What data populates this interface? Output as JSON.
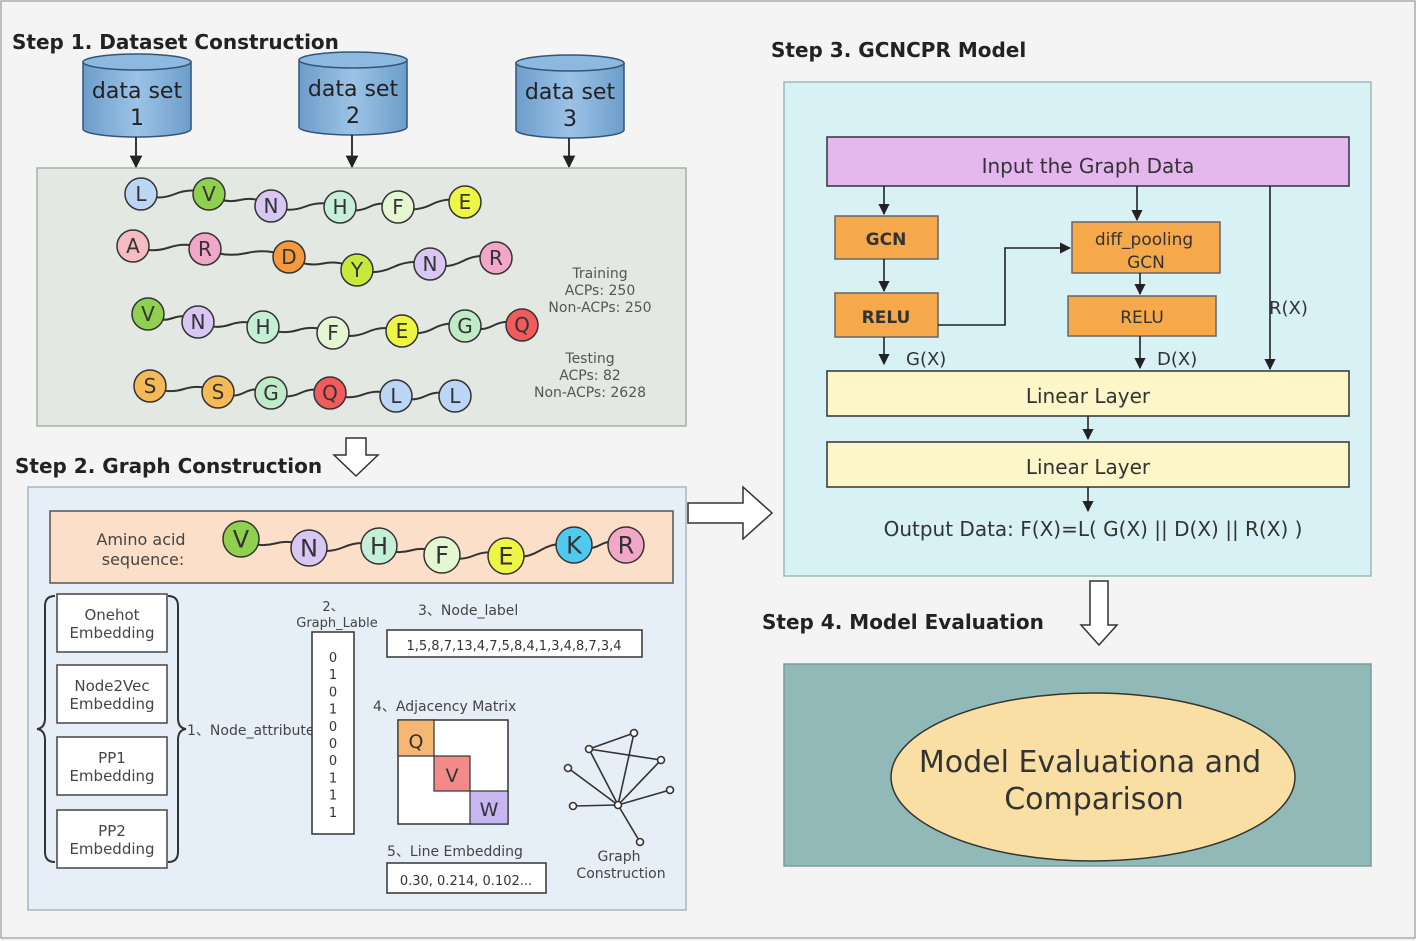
{
  "step1": {
    "title": "Step 1. Dataset Construction",
    "datasets": [
      {
        "l1": "data set",
        "l2": "1"
      },
      {
        "l1": "data set",
        "l2": "2"
      },
      {
        "l1": "data set",
        "l2": "3"
      }
    ],
    "sequences": [
      [
        "L",
        "V",
        "N",
        "H",
        "F",
        "E"
      ],
      [
        "A",
        "R",
        "D",
        "Y",
        "N",
        "R"
      ],
      [
        "V",
        "N",
        "H",
        "F",
        "E",
        "G",
        "Q"
      ],
      [
        "S",
        "S",
        "G",
        "Q",
        "L",
        "L"
      ]
    ],
    "training": {
      "label": "Training",
      "acps": "ACPs: 250",
      "non": "Non-ACPs: 250"
    },
    "testing": {
      "label": "Testing",
      "acps": "ACPs: 82",
      "non": "Non-ACPs: 2628"
    }
  },
  "step2": {
    "title": "Step 2. Graph Construction",
    "seq_label_1": "Amino acid",
    "seq_label_2": "sequence:",
    "sequence": [
      "V",
      "N",
      "H",
      "F",
      "E",
      "K",
      "R"
    ],
    "embeddings": [
      {
        "l1": "Onehot",
        "l2": "Embedding"
      },
      {
        "l1": "Node2Vec",
        "l2": "Embedding"
      },
      {
        "l1": "PP1",
        "l2": "Embedding"
      },
      {
        "l1": "PP2",
        "l2": "Embedding"
      }
    ],
    "node_attribute": "1、Node_attribute",
    "graph_lable_1": "2、",
    "graph_lable_2": "Graph_Lable",
    "graph_lable_values": [
      "0",
      "1",
      "0",
      "1",
      "0",
      "0",
      "0",
      "1",
      "1",
      "1"
    ],
    "node_label_title": "3、Node_label",
    "node_label_value": "1,5,8,7,13,4,7,5,8,4,1,3,4,8,7,3,4",
    "adjacency_title": "4、Adjacency Matrix",
    "adjacency_cells": [
      "Q",
      "V",
      "W"
    ],
    "line_embedding_title": "5、Line Embedding",
    "line_embedding_value": "0.30, 0.214, 0.102...",
    "graph_construction_1": "Graph",
    "graph_construction_2": "Construction"
  },
  "step3": {
    "title": "Step 3. GCNCPR Model",
    "input": "Input the Graph Data",
    "gcn": "GCN",
    "relu_left": "RELU",
    "diff_1": "diff_pooling",
    "diff_2": "GCN",
    "relu_right": "RELU",
    "gx": "G(X)",
    "dx": "D(X)",
    "rx": "R(X)",
    "linear1": "Linear Layer",
    "linear2": "Linear Layer",
    "output": "Output Data: F(X)=L(  G(X) || D(X) || R(X)  )"
  },
  "step4": {
    "title": "Step 4. Model Evaluation",
    "eval_1": "Model Evaluationa and",
    "eval_2": "Comparison"
  },
  "colors": {
    "L": "#bcd7f5",
    "V": "#8fd14f",
    "N": "#d8c6f3",
    "H": "#c6efd8",
    "F": "#e4f7d2",
    "E": "#eef544",
    "A": "#f6bcc4",
    "R": "#f2a6c8",
    "D": "#f39a3e",
    "Y": "#c8e83c",
    "G": "#c0ebc9",
    "Q": "#f25b5b",
    "S": "#f6b957",
    "K": "#50c9ef",
    "dataset": "#7fadd6",
    "panel1": "#e3e8e3",
    "panel2": "#e6eef8",
    "panel3": "#d7f1f5",
    "panel4": "#91b9b7",
    "orange": "#f5a94a",
    "purple": "#e4b8ee",
    "yellow": "#fcf6c8",
    "ellipse": "#fadfa5"
  }
}
